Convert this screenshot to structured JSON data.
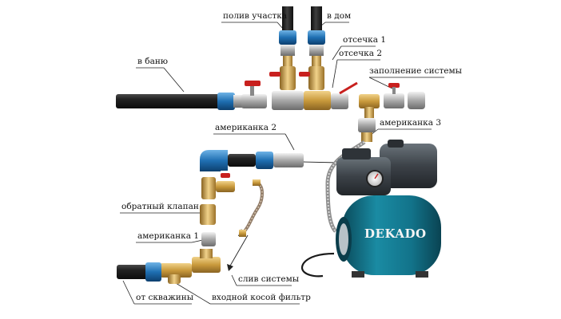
{
  "labels": {
    "garden_watering": "полив участка",
    "to_house": "в дом",
    "to_bathhouse": "в баню",
    "shutoff_1": "отсечка 1",
    "shutoff_2": "отсечка 2",
    "system_filling": "заполнение системы",
    "union_2": "американка 2",
    "union_3": "американка 3",
    "check_valve": "обратный клапан",
    "union_1": "американка 1",
    "system_drain": "слив системы",
    "from_well": "от скважины",
    "inlet_filter": "входной косой фильтр"
  },
  "pump": {
    "brand": "DEKADO"
  },
  "colors": {
    "pipe": "#1c1c1c",
    "fitting_blue": "#1f6fb2",
    "brass": "#c99a3c",
    "valve_red": "#c8201e",
    "tank": "#12738a",
    "motor": "#3c4248"
  }
}
